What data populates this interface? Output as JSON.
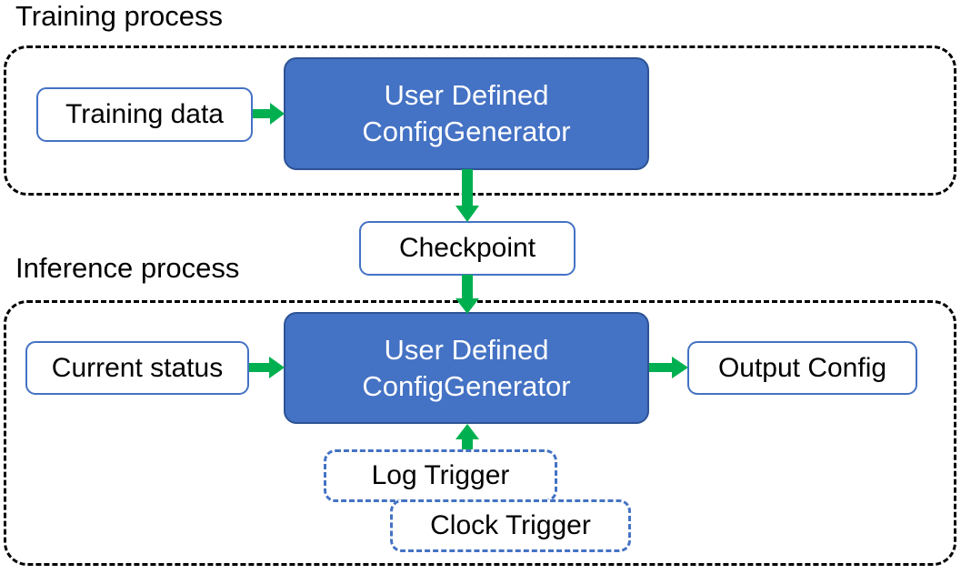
{
  "diagram": {
    "title_training": "Training process",
    "title_inference": "Inference process",
    "accent_blue": "#4472C4",
    "accent_blue_dark": "#2E5395",
    "arrow_green": "#00B050",
    "group_border": "#000000",
    "text_dark": "#000000",
    "text_light": "#ffffff"
  },
  "training": {
    "input_box": "Training data",
    "process_line1": "User Defined",
    "process_line2": "ConfigGenerator"
  },
  "checkpoint": {
    "label": "Checkpoint"
  },
  "inference": {
    "input_box": "Current status",
    "process_line1": "User Defined",
    "process_line2": "ConfigGenerator",
    "output_box": "Output Config",
    "trigger_log": "Log Trigger",
    "trigger_clock": "Clock Trigger"
  },
  "arrows": [
    {
      "name": "training-data-to-process",
      "direction": "right"
    },
    {
      "name": "training-process-to-checkpoint",
      "direction": "down"
    },
    {
      "name": "checkpoint-to-inference-process",
      "direction": "down"
    },
    {
      "name": "current-status-to-process",
      "direction": "right"
    },
    {
      "name": "process-to-output-config",
      "direction": "right"
    },
    {
      "name": "triggers-to-process",
      "direction": "up"
    }
  ]
}
